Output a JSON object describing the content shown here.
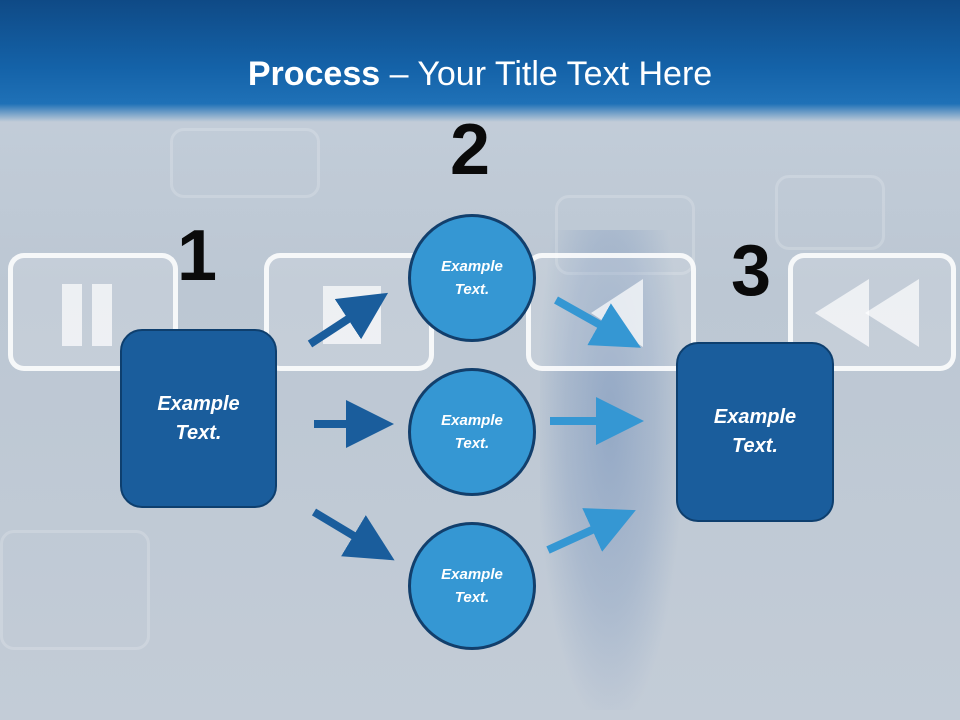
{
  "title": {
    "bold": "Process",
    "rest": " – Your Title Text Here"
  },
  "steps": [
    {
      "number": "1",
      "label": "Example\nText."
    },
    {
      "number": "2",
      "labels": [
        "Example\nText.",
        "Example\nText.",
        "Example\nText."
      ]
    },
    {
      "number": "3",
      "label": "Example\nText."
    }
  ],
  "colors": {
    "header": "#1462a8",
    "box_fill": "#1a5d9c",
    "circle_fill": "#3597d3",
    "arrow_dark": "#1a5d9c",
    "arrow_light": "#3597d3"
  },
  "background_icons": [
    "pause-icon",
    "stop-icon",
    "rewind-icon",
    "fast-rewind-icon"
  ]
}
